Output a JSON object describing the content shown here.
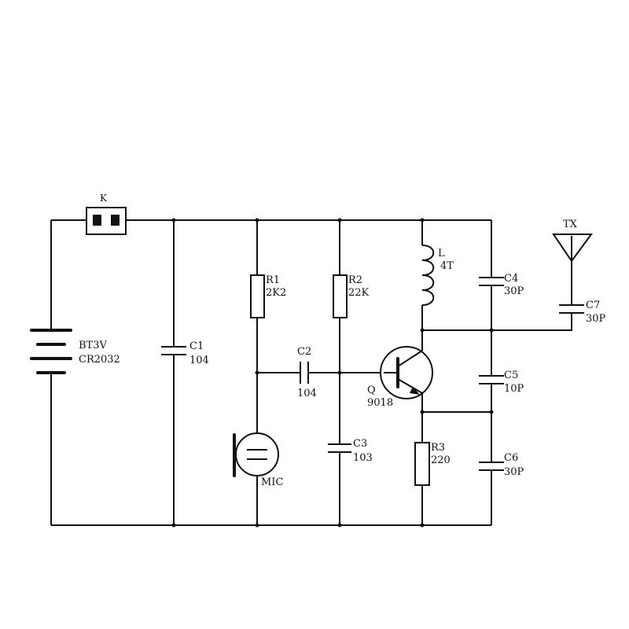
{
  "components": {
    "switch": {
      "ref": "K"
    },
    "battery": {
      "ref": "BT3V",
      "value": "CR2032"
    },
    "c1": {
      "ref": "C1",
      "value": "104"
    },
    "r1": {
      "ref": "R1",
      "value": "2K2"
    },
    "r2": {
      "ref": "R2",
      "value": "22K"
    },
    "c2": {
      "ref": "C2",
      "value": "104"
    },
    "c3": {
      "ref": "C3",
      "value": "103"
    },
    "mic": {
      "ref": "MIC"
    },
    "transistor": {
      "ref": "Q",
      "value": "9018"
    },
    "inductor": {
      "ref": "L",
      "value": "4T"
    },
    "r3": {
      "ref": "R3",
      "value": "220"
    },
    "c4": {
      "ref": "C4",
      "value": "30P"
    },
    "c5": {
      "ref": "C5",
      "value": "10P"
    },
    "c6": {
      "ref": "C6",
      "value": "30P"
    },
    "c7": {
      "ref": "C7",
      "value": "30P"
    },
    "antenna": {
      "ref": "TX"
    }
  }
}
